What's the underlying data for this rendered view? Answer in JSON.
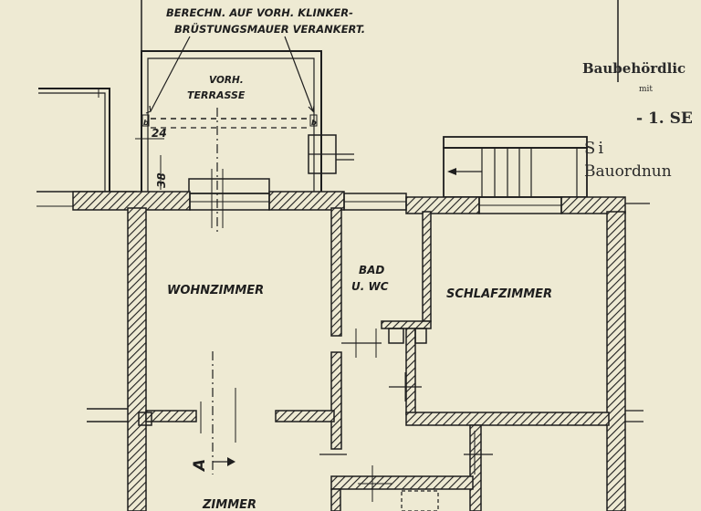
{
  "colors": {
    "paper": "#eeead3",
    "ink": "#1e1e1e"
  },
  "annotations": {
    "note_line1": "BERECHN. AUF VORH. KLINKER-",
    "note_line2": "BRÜSTUNGSMAUER VERANKERT.",
    "dim_24": "24",
    "dim_38": "38",
    "marker_b_left": "b",
    "marker_b_right": "b",
    "section_marker": "A"
  },
  "rooms": {
    "terrace_line1": "VORH.",
    "terrace_line2": "TERRASSE",
    "wohnzimmer": "WOHNZIMMER",
    "bad_line1": "BAD",
    "bad_line2": "U. WC",
    "schlafzimmer": "SCHLAFZIMMER",
    "zimmer": "ZIMMER"
  },
  "stamp": {
    "line1": "Baubehördlic",
    "line2": "mit",
    "line3": "- 1. SE",
    "line4": "Si",
    "line5": "Bauordnun"
  }
}
